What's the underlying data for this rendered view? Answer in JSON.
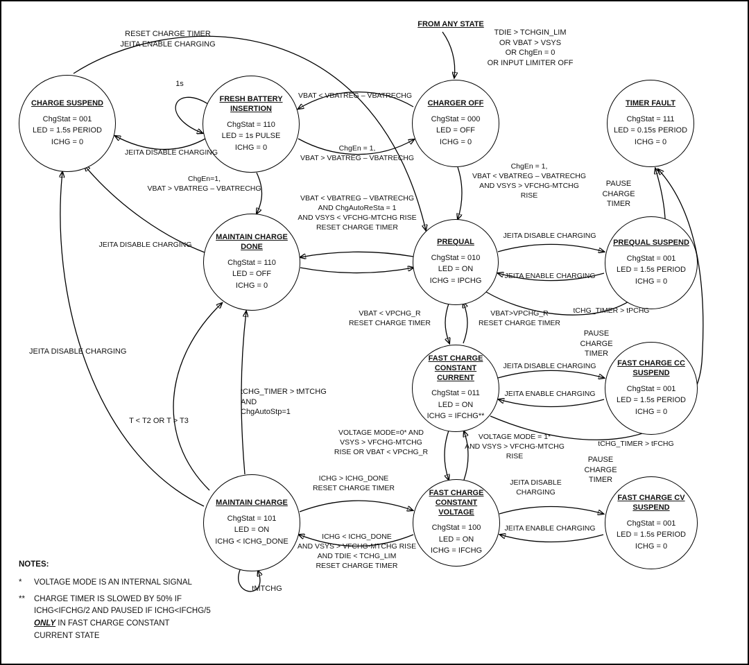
{
  "colors": {
    "background": "#ffffff",
    "stroke": "#000000"
  },
  "diagram": {
    "states": [
      {
        "title": "CHARGE SUSPEND",
        "chgstat": "ChgStat = 001",
        "led": "LED = 1.5s PERIOD",
        "ichg": "ICHG = 0"
      },
      {
        "title": "FRESH BATTERY INSERTION",
        "chgstat": "ChgStat = 110",
        "led": "LED = 1s PULSE",
        "ichg": "ICHG = 0"
      },
      {
        "title": "CHARGER OFF",
        "chgstat": "ChgStat = 000",
        "led": "LED = OFF",
        "ichg": "ICHG = 0"
      },
      {
        "title": "TIMER FAULT",
        "chgstat": "ChgStat = 111",
        "led": "LED = 0.15s PERIOD",
        "ichg": "ICHG = 0"
      },
      {
        "title": "MAINTAIN CHARGE DONE",
        "chgstat": "ChgStat = 110",
        "led": "LED = OFF",
        "ichg": "ICHG = 0"
      },
      {
        "title": "PREQUAL",
        "chgstat": "ChgStat = 010",
        "led": "LED = ON",
        "ichg": "ICHG = IPCHG"
      },
      {
        "title": "PREQUAL SUSPEND",
        "chgstat": "ChgStat = 001",
        "led": "LED = 1.5s PERIOD",
        "ichg": "ICHG = 0"
      },
      {
        "title": "FAST CHARGE CONSTANT CURRENT",
        "chgstat": "ChgStat = 011",
        "led": "LED = ON",
        "ichg": "ICHG = IFCHG**"
      },
      {
        "title": "FAST CHARGE CC SUSPEND",
        "chgstat": "ChgStat = 001",
        "led": "LED = 1.5s PERIOD",
        "ichg": "ICHG = 0"
      },
      {
        "title": "MAINTAIN CHARGE",
        "chgstat": "ChgStat = 101",
        "led": "LED = ON",
        "ichg": "ICHG < ICHG_DONE"
      },
      {
        "title": "FAST CHARGE CONSTANT VOLTAGE",
        "chgstat": "ChgStat = 100",
        "led": "LED = ON",
        "ichg": "ICHG = IFCHG"
      },
      {
        "title": "FAST CHARGE CV SUSPEND",
        "chgstat": "ChgStat = 001",
        "led": "LED = 1.5s PERIOD",
        "ichg": "ICHG = 0"
      }
    ],
    "labels": [
      {
        "text": "RESET CHARGE TIMER\nJEITA ENABLE CHARGING"
      },
      {
        "text": "FROM ANY STATE"
      },
      {
        "text": "TDIE > TCHGIN_LIM\nOR VBAT > VSYS\nOR ChgEn = 0\nOR INPUT LIMITER OFF"
      },
      {
        "text": "1s"
      },
      {
        "text": "VBAT < VBATREG – VBATRECHG"
      },
      {
        "text": "ChgEn = 1,\nVBAT > VBATREG – VBATRECHG"
      },
      {
        "text": "JEITA DISABLE CHARGING"
      },
      {
        "text": "ChgEn=1,\nVBAT > VBATREG – VBATRECHG"
      },
      {
        "text": "ChgEn = 1,\nVBAT < VBATREG – VBATRECHG\nAND VSYS > VFCHG-MTCHG\nRISE"
      },
      {
        "text": "PAUSE\nCHARGE\nTIMER"
      },
      {
        "text": "VBAT < VBATREG – VBATRECHG\nAND ChgAutoReSta = 1\nAND VSYS < VFCHG-MTCHG RISE\nRESET CHARGE TIMER"
      },
      {
        "text": "JEITA DISABLE CHARGING"
      },
      {
        "text": "JEITA DISABLE CHARGING"
      },
      {
        "text": "JEITA ENABLE CHARGING"
      },
      {
        "text": "tCHG_TIMER > tPCHG"
      },
      {
        "text": "VBAT < VPCHG_R\nRESET CHARGE TIMER"
      },
      {
        "text": "VBAT>VPCHG_R\nRESET CHARGE TIMER"
      },
      {
        "text": "PAUSE\nCHARGE\nTIMER"
      },
      {
        "text": "JEITA DISABLE CHARGING"
      },
      {
        "text": "JEITA ENABLE CHARGING"
      },
      {
        "text": "JEITA DISABLE CHARGING"
      },
      {
        "text": "tCHG_TIMER > tMTCHG\nAND\nChgAutoStp=1"
      },
      {
        "text": "T < T2 OR T > T3"
      },
      {
        "text": "VOLTAGE MODE=0* AND\nVSYS > VFCHG-MTCHG\nRISE OR VBAT < VPCHG_R"
      },
      {
        "text": "VOLTAGE MODE = 1*\nAND VSYS > VFCHG-MTCHG\nRISE"
      },
      {
        "text": "tCHG_TIMER > tFCHG"
      },
      {
        "text": "PAUSE\nCHARGE\nTIMER"
      },
      {
        "text": "ICHG > ICHG_DONE\nRESET CHARGE TIMER"
      },
      {
        "text": "JEITA DISABLE\nCHARGING"
      },
      {
        "text": "JEITA ENABLE CHARGING"
      },
      {
        "text": "ICHG < ICHG_DONE\nAND VSYS > VFCHG-MTCHG RISE\nAND TDIE < TCHG_LIM\nRESET CHARGE TIMER"
      },
      {
        "text": "tMTCHG"
      }
    ],
    "notes": {
      "heading": "NOTES:",
      "note1_marker": "*",
      "note1": "VOLTAGE MODE IS AN INTERNAL SIGNAL",
      "note2_marker": "**",
      "note2_line1": "CHARGE TIMER IS SLOWED BY 50% IF",
      "note2_line2": "ICHG<IFCHG/2 AND PAUSED IF ICHG<IFCHG/5",
      "note2_only": "ONLY",
      "note2_line3_rest": " IN FAST CHARGE CONSTANT",
      "note2_line4": "CURRENT STATE"
    }
  }
}
